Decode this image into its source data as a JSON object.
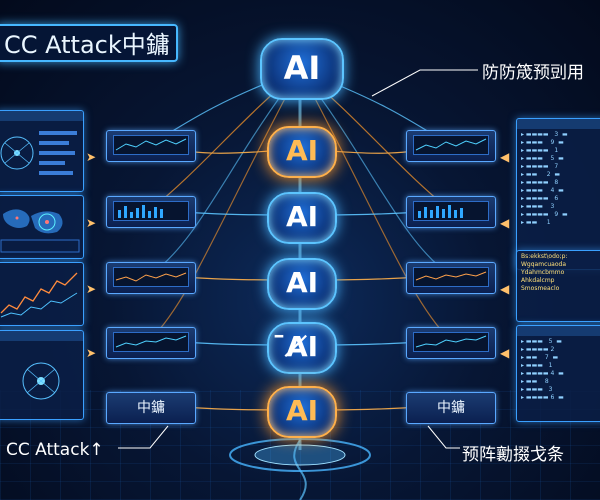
{
  "title": "CC Attack中鏞",
  "tower_labels": [
    "AI",
    "AI",
    "AI",
    "AI",
    "̄A̸I",
    "AI"
  ],
  "callouts": {
    "top_right": "防防筬预剅用",
    "bottom_left": "CC Attack↑",
    "bottom_right": "预阵勷掇戈条"
  },
  "server_labels": {
    "bottom_left": "中鏞",
    "bottom_right": "中鏞"
  },
  "right_panel_lines": [
    "Bs:ekkst\\odo;p:",
    "Wgqamcuaoda",
    "Ydahmcbmmo",
    "Ahkdalcmp",
    "Smosmeaclo"
  ],
  "colors": {
    "glow_blue": "#47b8ff",
    "glow_orange": "#ff9a2a"
  }
}
